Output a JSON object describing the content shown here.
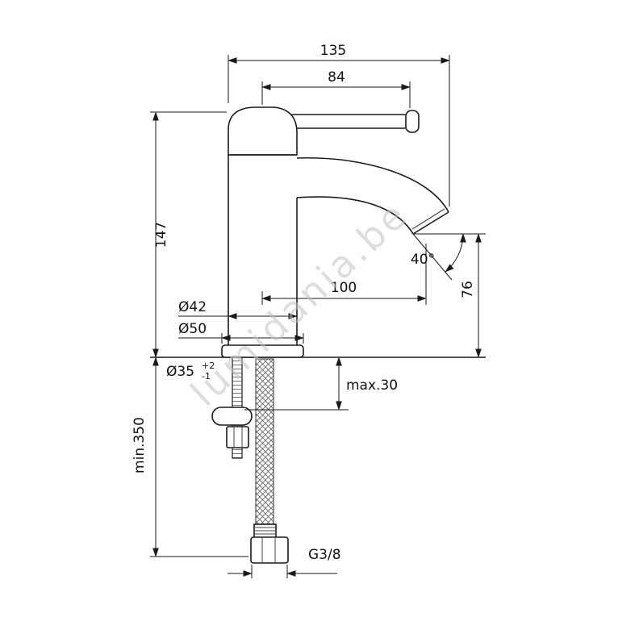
{
  "drawing": {
    "watermark": "lumidania.be",
    "dimensions": {
      "total_width": "135",
      "handle_length": "84",
      "body_height": "147",
      "spout_reach": "100",
      "spout_angle": "40°",
      "outlet_height": "76",
      "body_diameter": "Ø42",
      "base_diameter": "Ø50",
      "hole_diameter": "Ø35",
      "hole_tolerance_plus": "+2",
      "hole_tolerance_minus": "-1",
      "max_deck_thickness": "max.30",
      "min_hose_length": "min.350",
      "connection_thread": "G3/8"
    }
  }
}
